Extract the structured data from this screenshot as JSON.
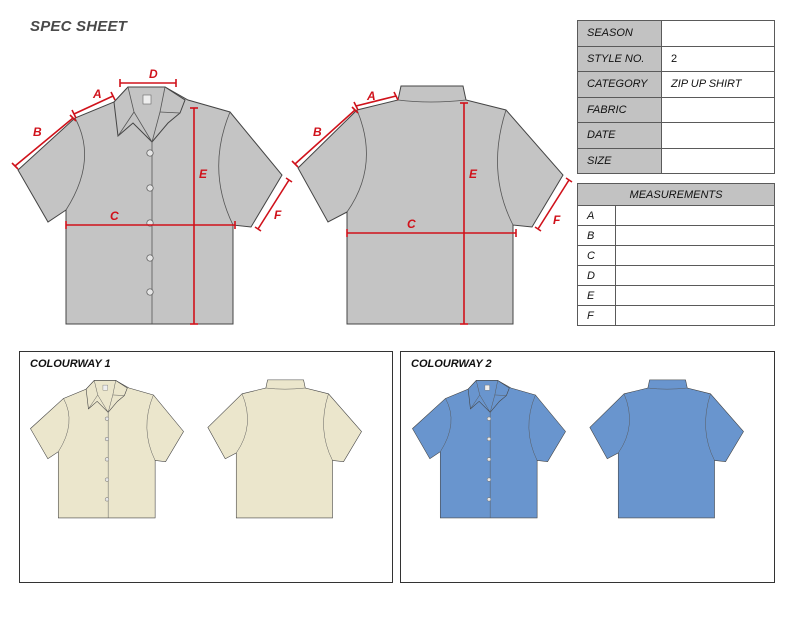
{
  "header": {
    "title": "SPEC SHEET"
  },
  "spec": [
    {
      "label": "SEASON",
      "value": ""
    },
    {
      "label": "STYLE NO.",
      "value": "2"
    },
    {
      "label": "CATEGORY",
      "value": "ZIP UP SHIRT"
    },
    {
      "label": "FABRIC",
      "value": ""
    },
    {
      "label": "DATE",
      "value": ""
    },
    {
      "label": "SIZE",
      "value": ""
    }
  ],
  "measurements": {
    "title": "MEASUREMENTS",
    "rows": [
      {
        "key": "A",
        "value": ""
      },
      {
        "key": "B",
        "value": ""
      },
      {
        "key": "C",
        "value": ""
      },
      {
        "key": "D",
        "value": ""
      },
      {
        "key": "E",
        "value": ""
      },
      {
        "key": "F",
        "value": ""
      }
    ]
  },
  "dimension_labels": {
    "a": "A",
    "b": "B",
    "c": "C",
    "d": "D",
    "e": "E",
    "f": "F"
  },
  "colourways": [
    {
      "label": "COLOURWAY 1",
      "color": "#ebe6cc"
    },
    {
      "label": "COLOURWAY 2",
      "color": "#6995ce"
    }
  ],
  "colors": {
    "sketch_fill": "#c4c4c4",
    "sketch_stroke": "#444444",
    "dimension": "#d0121b"
  }
}
